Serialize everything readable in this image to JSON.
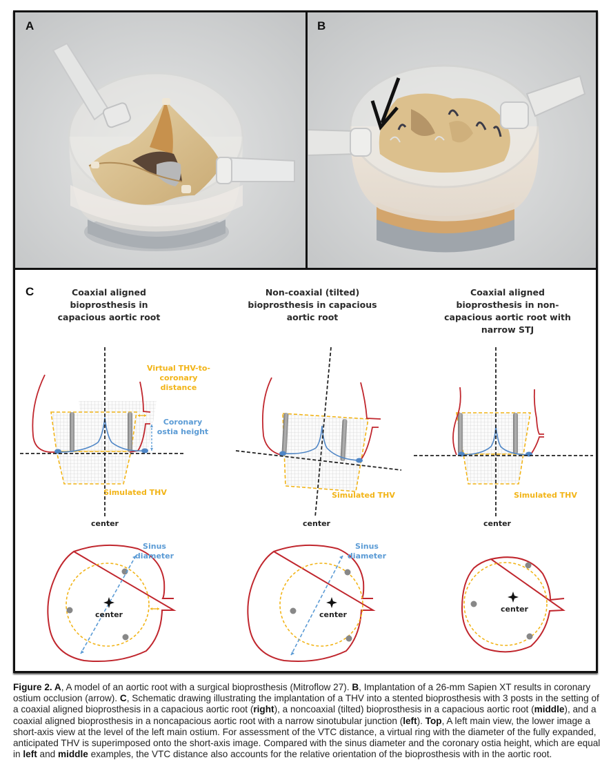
{
  "figure": {
    "panel_labels": {
      "a": "A",
      "b": "B",
      "c": "C"
    },
    "panel_a": {
      "description": "Photo of aortic root model with surgical bioprosthesis (Mitroflow 27)"
    },
    "panel_b": {
      "description": "Photo of 26-mm Sapien XT implanted in bioprosthesis with arrow indicating coronary ostium occlusion",
      "arrow_icon": "arrow-down-left"
    },
    "panel_c": {
      "columns": [
        {
          "title_lines": [
            "Coaxial aligned",
            "bioprosthesis in",
            "capacious aortic root"
          ],
          "annotations": {
            "vtc": [
              "Virtual THV-to-",
              "coronary",
              "distance"
            ],
            "ostia": [
              "Coronary",
              "ostia height"
            ],
            "simulated": "Simulated THV",
            "center_top": "center",
            "sinus": [
              "Sinus",
              "diameter"
            ],
            "center_bottom": "center"
          }
        },
        {
          "title_lines": [
            "Non-coaxial (tilted)",
            "bioprosthesis in capacious",
            "aortic root"
          ],
          "annotations": {
            "simulated": "Simulated THV",
            "center_top": "center",
            "sinus": [
              "Sinus",
              "diameter"
            ],
            "center_bottom": "center"
          }
        },
        {
          "title_lines": [
            "Coaxial aligned",
            "bioprosthesis in non-",
            "capacious aortic root with",
            "narrow STJ"
          ],
          "annotations": {
            "simulated": "Simulated THV",
            "center_top": "center",
            "center_bottom": "center"
          }
        }
      ],
      "colors": {
        "aortic_wall": "#c0262d",
        "thv_outline": "#f2b417",
        "leaflet": "#4f86c6",
        "sinus_diameter": "#5b9bd5",
        "post": "#9a9a9a",
        "axis": "#222222"
      }
    }
  },
  "caption": {
    "segments": [
      {
        "b": true,
        "t": "Figure 2. A"
      },
      {
        "b": false,
        "t": ", A model of an aortic root with a surgical bioprosthesis (Mitroflow 27). "
      },
      {
        "b": true,
        "t": "B"
      },
      {
        "b": false,
        "t": ", Implantation of a 26-mm Sapien XT results in coronary ostium occlusion (arrow). "
      },
      {
        "b": true,
        "t": "C"
      },
      {
        "b": false,
        "t": ", Schematic drawing illustrating the implantation of a THV into a stented bioprosthesis with 3 posts in the setting of a coaxial aligned bioprosthesis in a capacious aortic root ("
      },
      {
        "b": true,
        "t": "right"
      },
      {
        "b": false,
        "t": "), a noncoaxial (tilted) bioprosthesis in a capacious aortic root ("
      },
      {
        "b": true,
        "t": "middle"
      },
      {
        "b": false,
        "t": "), and a coaxial aligned bioprosthesis in a noncapacious aortic root with a narrow sinotubular junction ("
      },
      {
        "b": true,
        "t": "left"
      },
      {
        "b": false,
        "t": "). "
      },
      {
        "b": true,
        "t": "Top"
      },
      {
        "b": false,
        "t": ", A left main view, the lower image a short-axis view at the level of the left main ostium. For assessment of the VTC distance, a virtual ring with the diameter of the fully expanded, anticipated THV is superimposed onto the short-axis image. Compared with the sinus diameter and the coronary ostia height, which are equal in "
      },
      {
        "b": true,
        "t": "left"
      },
      {
        "b": false,
        "t": " and "
      },
      {
        "b": true,
        "t": "middle"
      },
      {
        "b": false,
        "t": " examples, the VTC distance also accounts for the relative orientation of the bioprosthesis with in the aortic root."
      }
    ]
  }
}
